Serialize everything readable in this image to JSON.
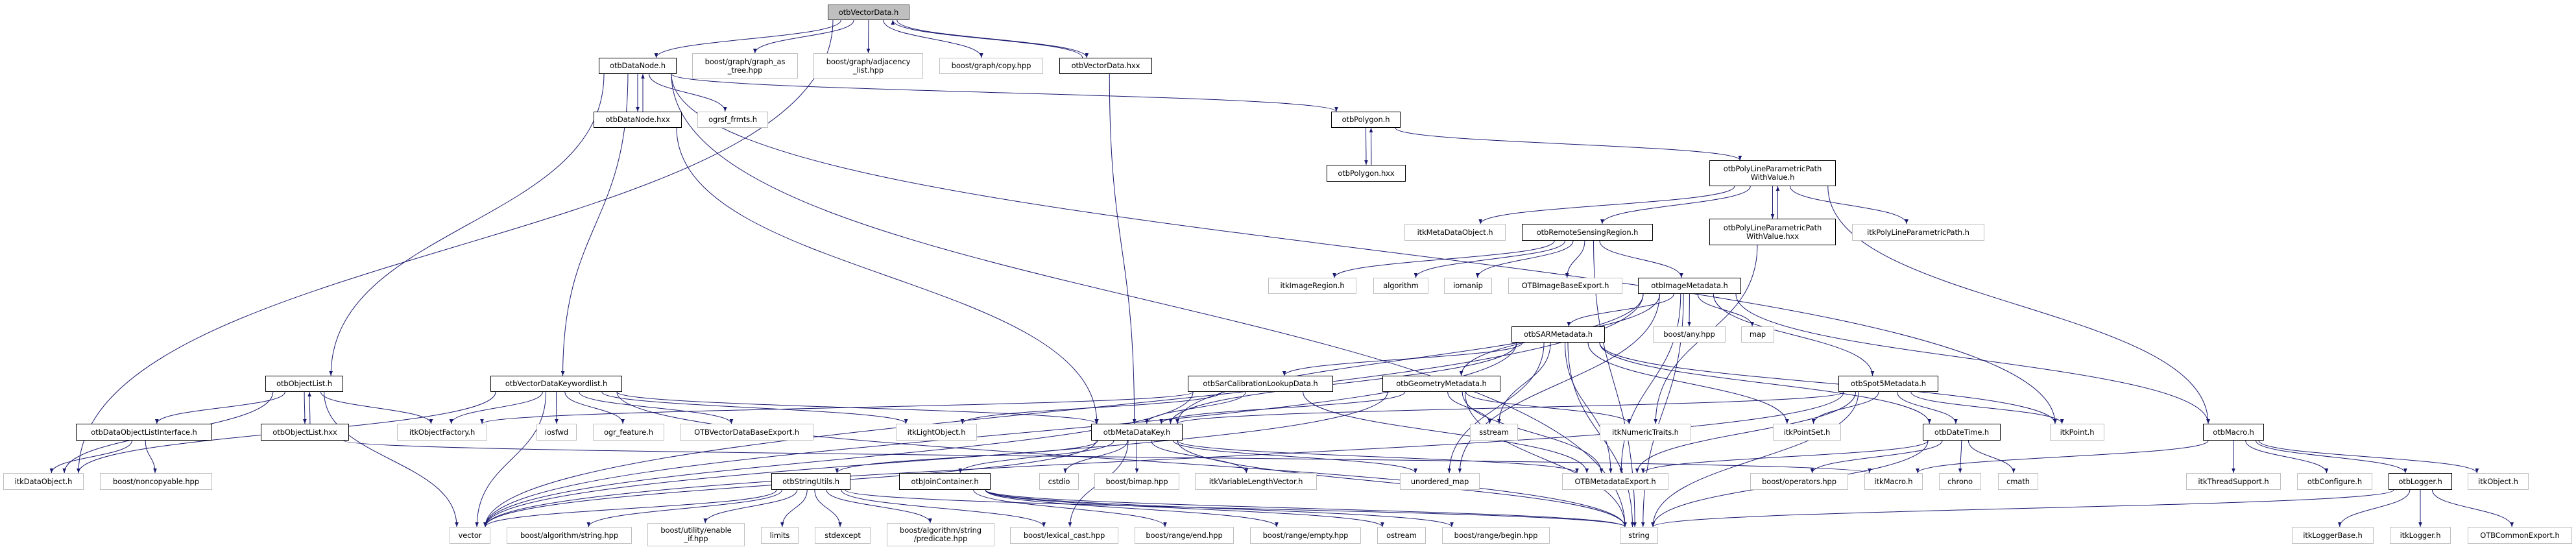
{
  "graph": {
    "root": "otbVectorData.h",
    "edge_color": "#191970",
    "nodes": [
      {
        "label": "otbVectorData.h",
        "kind": "root"
      },
      {
        "label": "otbDataNode.h",
        "kind": "documented"
      },
      {
        "label": "boost/graph/graph_as\n_tree.hpp",
        "kind": "external"
      },
      {
        "label": "boost/graph/adjacency\n_list.hpp",
        "kind": "external"
      },
      {
        "label": "boost/graph/copy.hpp",
        "kind": "external"
      },
      {
        "label": "otbVectorData.hxx",
        "kind": "documented"
      },
      {
        "label": "otbDataNode.hxx",
        "kind": "documented"
      },
      {
        "label": "ogrsf_frmts.h",
        "kind": "external"
      },
      {
        "label": "otbPolygon.h",
        "kind": "documented"
      },
      {
        "label": "otbPolygon.hxx",
        "kind": "documented"
      },
      {
        "label": "otbPolyLineParametricPath\nWithValue.h",
        "kind": "documented"
      },
      {
        "label": "itkMetaDataObject.h",
        "kind": "external"
      },
      {
        "label": "otbRemoteSensingRegion.h",
        "kind": "documented"
      },
      {
        "label": "otbPolyLineParametricPath\nWithValue.hxx",
        "kind": "documented"
      },
      {
        "label": "itkPolyLineParametricPath.h",
        "kind": "external"
      },
      {
        "label": "itkImageRegion.h",
        "kind": "external"
      },
      {
        "label": "algorithm",
        "kind": "external"
      },
      {
        "label": "iomanip",
        "kind": "external"
      },
      {
        "label": "OTBImageBaseExport.h",
        "kind": "external"
      },
      {
        "label": "otbImageMetadata.h",
        "kind": "documented"
      },
      {
        "label": "otbSARMetadata.h",
        "kind": "documented"
      },
      {
        "label": "boost/any.hpp",
        "kind": "external"
      },
      {
        "label": "map",
        "kind": "external"
      },
      {
        "label": "otbObjectList.h",
        "kind": "documented"
      },
      {
        "label": "otbVectorDataKeywordlist.h",
        "kind": "documented"
      },
      {
        "label": "otbSarCalibrationLookupData.h",
        "kind": "documented"
      },
      {
        "label": "otbGeometryMetadata.h",
        "kind": "documented"
      },
      {
        "label": "otbSpot5Metadata.h",
        "kind": "documented"
      },
      {
        "label": "otbDataObjectListInterface.h",
        "kind": "documented"
      },
      {
        "label": "otbObjectList.hxx",
        "kind": "documented"
      },
      {
        "label": "itkObjectFactory.h",
        "kind": "external"
      },
      {
        "label": "iosfwd",
        "kind": "external"
      },
      {
        "label": "ogr_feature.h",
        "kind": "external"
      },
      {
        "label": "OTBVectorDataBaseExport.h",
        "kind": "external"
      },
      {
        "label": "itkLightObject.h",
        "kind": "external"
      },
      {
        "label": "otbMetaDataKey.h",
        "kind": "documented"
      },
      {
        "label": "sstream",
        "kind": "external"
      },
      {
        "label": "itkNumericTraits.h",
        "kind": "external"
      },
      {
        "label": "itkPointSet.h",
        "kind": "external"
      },
      {
        "label": "otbDateTime.h",
        "kind": "documented"
      },
      {
        "label": "itkPoint.h",
        "kind": "external"
      },
      {
        "label": "otbMacro.h",
        "kind": "documented"
      },
      {
        "label": "itkDataObject.h",
        "kind": "external"
      },
      {
        "label": "boost/noncopyable.hpp",
        "kind": "external"
      },
      {
        "label": "otbStringUtils.h",
        "kind": "documented"
      },
      {
        "label": "otbJoinContainer.h",
        "kind": "documented"
      },
      {
        "label": "cstdio",
        "kind": "external"
      },
      {
        "label": "boost/bimap.hpp",
        "kind": "external"
      },
      {
        "label": "itkVariableLengthVector.h",
        "kind": "external"
      },
      {
        "label": "unordered_map",
        "kind": "external"
      },
      {
        "label": "OTBMetadataExport.h",
        "kind": "external"
      },
      {
        "label": "boost/operators.hpp",
        "kind": "external"
      },
      {
        "label": "itkMacro.h",
        "kind": "external"
      },
      {
        "label": "chrono",
        "kind": "external"
      },
      {
        "label": "cmath",
        "kind": "external"
      },
      {
        "label": "itkThreadSupport.h",
        "kind": "external"
      },
      {
        "label": "otbConfigure.h",
        "kind": "external"
      },
      {
        "label": "otbLogger.h",
        "kind": "documented"
      },
      {
        "label": "itkObject.h",
        "kind": "external"
      },
      {
        "label": "vector",
        "kind": "external"
      },
      {
        "label": "boost/algorithm/string.hpp",
        "kind": "external"
      },
      {
        "label": "boost/utility/enable\n_if.hpp",
        "kind": "external"
      },
      {
        "label": "limits",
        "kind": "external"
      },
      {
        "label": "stdexcept",
        "kind": "external"
      },
      {
        "label": "boost/algorithm/string\n/predicate.hpp",
        "kind": "external"
      },
      {
        "label": "boost/lexical_cast.hpp",
        "kind": "external"
      },
      {
        "label": "boost/range/end.hpp",
        "kind": "external"
      },
      {
        "label": "boost/range/empty.hpp",
        "kind": "external"
      },
      {
        "label": "ostream",
        "kind": "external"
      },
      {
        "label": "boost/range/begin.hpp",
        "kind": "external"
      },
      {
        "label": "string",
        "kind": "external"
      },
      {
        "label": "itkLoggerBase.h",
        "kind": "external"
      },
      {
        "label": "itkLogger.h",
        "kind": "external"
      },
      {
        "label": "OTBCommonExport.h",
        "kind": "external"
      }
    ],
    "edges": [
      [
        "otbVectorData.h",
        "itkDataObject.h"
      ],
      [
        "otbVectorData.h",
        "otbDataNode.h"
      ],
      [
        "otbVectorData.h",
        "boost/graph/graph_as\n_tree.hpp"
      ],
      [
        "otbVectorData.h",
        "boost/graph/adjacency\n_list.hpp"
      ],
      [
        "otbVectorData.h",
        "boost/graph/copy.hpp"
      ],
      [
        "otbVectorData.h",
        "otbVectorData.hxx"
      ],
      [
        "otbVectorData.hxx",
        "otbVectorData.h"
      ],
      [
        "otbVectorData.hxx",
        "otbMetaDataKey.h"
      ],
      [
        "otbDataNode.h",
        "otbObjectList.h"
      ],
      [
        "otbDataNode.h",
        "otbVectorDataKeywordlist.h"
      ],
      [
        "otbDataNode.h",
        "otbDataNode.hxx"
      ],
      [
        "otbDataNode.h",
        "ogrsf_frmts.h"
      ],
      [
        "otbDataNode.h",
        "otbPolygon.h"
      ],
      [
        "otbDataNode.h",
        "itkPoint.h"
      ],
      [
        "otbDataNode.h",
        "string"
      ],
      [
        "otbDataNode.hxx",
        "otbDataNode.h"
      ],
      [
        "otbDataNode.hxx",
        "otbMetaDataKey.h"
      ],
      [
        "otbPolygon.h",
        "otbPolygon.hxx"
      ],
      [
        "otbPolygon.h",
        "otbPolyLineParametricPath\nWithValue.h"
      ],
      [
        "otbPolygon.hxx",
        "otbPolygon.h"
      ],
      [
        "otbPolyLineParametricPath\nWithValue.h",
        "itkMetaDataObject.h"
      ],
      [
        "otbPolyLineParametricPath\nWithValue.h",
        "otbRemoteSensingRegion.h"
      ],
      [
        "otbPolyLineParametricPath\nWithValue.h",
        "otbPolyLineParametricPath\nWithValue.hxx"
      ],
      [
        "otbPolyLineParametricPath\nWithValue.h",
        "itkPolyLineParametricPath.h"
      ],
      [
        "otbPolyLineParametricPath\nWithValue.h",
        "otbMacro.h"
      ],
      [
        "otbPolyLineParametricPath\nWithValue.hxx",
        "otbPolyLineParametricPath\nWithValue.h"
      ],
      [
        "otbPolyLineParametricPath\nWithValue.hxx",
        "itkNumericTraits.h"
      ],
      [
        "otbRemoteSensingRegion.h",
        "itkImageRegion.h"
      ],
      [
        "otbRemoteSensingRegion.h",
        "algorithm"
      ],
      [
        "otbRemoteSensingRegion.h",
        "iomanip"
      ],
      [
        "otbRemoteSensingRegion.h",
        "OTBImageBaseExport.h"
      ],
      [
        "otbRemoteSensingRegion.h",
        "otbImageMetadata.h"
      ],
      [
        "otbRemoteSensingRegion.h",
        "string"
      ],
      [
        "otbImageMetadata.h",
        "otbSARMetadata.h"
      ],
      [
        "otbImageMetadata.h",
        "otbGeometryMetadata.h"
      ],
      [
        "otbImageMetadata.h",
        "boost/any.hpp"
      ],
      [
        "otbImageMetadata.h",
        "map"
      ],
      [
        "otbImageMetadata.h",
        "otbSpot5Metadata.h"
      ],
      [
        "otbImageMetadata.h",
        "otbMetaDataKey.h"
      ],
      [
        "otbImageMetadata.h",
        "vector"
      ],
      [
        "otbImageMetadata.h",
        "string"
      ],
      [
        "otbImageMetadata.h",
        "unordered_map"
      ],
      [
        "otbImageMetadata.h",
        "OTBMetadataExport.h"
      ],
      [
        "otbImageMetadata.h",
        "otbMacro.h"
      ],
      [
        "otbSARMetadata.h",
        "otbSarCalibrationLookupData.h"
      ],
      [
        "otbSARMetadata.h",
        "sstream"
      ],
      [
        "otbSARMetadata.h",
        "unordered_map"
      ],
      [
        "otbSARMetadata.h",
        "OTBMetadataExport.h"
      ],
      [
        "otbSARMetadata.h",
        "string"
      ],
      [
        "otbSARMetadata.h",
        "itkPointSet.h"
      ],
      [
        "otbSARMetadata.h",
        "itkPoint.h"
      ],
      [
        "otbSARMetadata.h",
        "otbDateTime.h"
      ],
      [
        "otbSARMetadata.h",
        "vector"
      ],
      [
        "otbSARMetadata.h",
        "otbMetaDataKey.h"
      ],
      [
        "otbGeometryMetadata.h",
        "sstream"
      ],
      [
        "otbGeometryMetadata.h",
        "string"
      ],
      [
        "otbGeometryMetadata.h",
        "OTBMetadataExport.h"
      ],
      [
        "otbGeometryMetadata.h",
        "vector"
      ],
      [
        "otbGeometryMetadata.h",
        "otbMetaDataKey.h"
      ],
      [
        "otbGeometryMetadata.h",
        "itkNumericTraits.h"
      ],
      [
        "otbSarCalibrationLookupData.h",
        "itkLightObject.h"
      ],
      [
        "otbSarCalibrationLookupData.h",
        "otbMetaDataKey.h"
      ],
      [
        "otbSarCalibrationLookupData.h",
        "OTBMetadataExport.h"
      ],
      [
        "otbSarCalibrationLookupData.h",
        "vector"
      ],
      [
        "otbSarCalibrationLookupData.h",
        "itkObjectFactory.h"
      ],
      [
        "otbSpot5Metadata.h",
        "itkPointSet.h"
      ],
      [
        "otbSpot5Metadata.h",
        "otbDateTime.h"
      ],
      [
        "otbSpot5Metadata.h",
        "otbMetaDataKey.h"
      ],
      [
        "otbSpot5Metadata.h",
        "OTBMetadataExport.h"
      ],
      [
        "otbSpot5Metadata.h",
        "string"
      ],
      [
        "otbSpot5Metadata.h",
        "vector"
      ],
      [
        "otbSpot5Metadata.h",
        "itkPoint.h"
      ],
      [
        "otbDateTime.h",
        "chrono"
      ],
      [
        "otbDateTime.h",
        "cmath"
      ],
      [
        "otbDateTime.h",
        "boost/operators.hpp"
      ],
      [
        "otbDateTime.h",
        "OTBMetadataExport.h"
      ],
      [
        "otbDateTime.h",
        "string"
      ],
      [
        "otbMetaDataKey.h",
        "otbStringUtils.h"
      ],
      [
        "otbMetaDataKey.h",
        "otbJoinContainer.h"
      ],
      [
        "otbMetaDataKey.h",
        "cstdio"
      ],
      [
        "otbMetaDataKey.h",
        "boost/bimap.hpp"
      ],
      [
        "otbMetaDataKey.h",
        "itkVariableLengthVector.h"
      ],
      [
        "otbMetaDataKey.h",
        "vector"
      ],
      [
        "otbMetaDataKey.h",
        "string"
      ],
      [
        "otbMetaDataKey.h",
        "unordered_map"
      ],
      [
        "otbMetaDataKey.h",
        "OTBMetadataExport.h"
      ],
      [
        "otbMetaDataKey.h",
        "boost/lexical_cast.hpp"
      ],
      [
        "otbStringUtils.h",
        "vector"
      ],
      [
        "otbStringUtils.h",
        "boost/algorithm/string.hpp"
      ],
      [
        "otbStringUtils.h",
        "boost/utility/enable\n_if.hpp"
      ],
      [
        "otbStringUtils.h",
        "limits"
      ],
      [
        "otbStringUtils.h",
        "stdexcept"
      ],
      [
        "otbStringUtils.h",
        "boost/algorithm/string\n/predicate.hpp"
      ],
      [
        "otbStringUtils.h",
        "boost/lexical_cast.hpp"
      ],
      [
        "otbStringUtils.h",
        "string"
      ],
      [
        "otbJoinContainer.h",
        "boost/range/end.hpp"
      ],
      [
        "otbJoinContainer.h",
        "boost/range/empty.hpp"
      ],
      [
        "otbJoinContainer.h",
        "boost/range/begin.hpp"
      ],
      [
        "otbJoinContainer.h",
        "ostream"
      ],
      [
        "otbJoinContainer.h",
        "string"
      ],
      [
        "otbMacro.h",
        "itkMacro.h"
      ],
      [
        "otbMacro.h",
        "itkThreadSupport.h"
      ],
      [
        "otbMacro.h",
        "otbConfigure.h"
      ],
      [
        "otbMacro.h",
        "otbLogger.h"
      ],
      [
        "otbMacro.h",
        "itkObject.h"
      ],
      [
        "otbLogger.h",
        "itkLoggerBase.h"
      ],
      [
        "otbLogger.h",
        "itkLogger.h"
      ],
      [
        "otbLogger.h",
        "OTBCommonExport.h"
      ],
      [
        "otbLogger.h",
        "string"
      ],
      [
        "otbObjectList.h",
        "itkDataObject.h"
      ],
      [
        "otbObjectList.h",
        "otbDataObjectListInterface.h"
      ],
      [
        "otbObjectList.h",
        "otbObjectList.hxx"
      ],
      [
        "otbObjectList.h",
        "itkObjectFactory.h"
      ],
      [
        "otbObjectList.h",
        "vector"
      ],
      [
        "otbObjectList.hxx",
        "otbObjectList.h"
      ],
      [
        "otbObjectList.hxx",
        "itkMacro.h"
      ],
      [
        "otbDataObjectListInterface.h",
        "itkDataObject.h"
      ],
      [
        "otbDataObjectListInterface.h",
        "boost/noncopyable.hpp"
      ],
      [
        "otbVectorDataKeywordlist.h",
        "itkObjectFactory.h"
      ],
      [
        "otbVectorDataKeywordlist.h",
        "iosfwd"
      ],
      [
        "otbVectorDataKeywordlist.h",
        "ogr_feature.h"
      ],
      [
        "otbVectorDataKeywordlist.h",
        "OTBVectorDataBaseExport.h"
      ],
      [
        "otbVectorDataKeywordlist.h",
        "vector"
      ],
      [
        "otbVectorDataKeywordlist.h",
        "itkLightObject.h"
      ],
      [
        "otbVectorDataKeywordlist.h",
        "otbMetaDataKey.h"
      ],
      [
        "otbVectorDataKeywordlist.h",
        "itkDataObject.h"
      ],
      [
        "otbVectorDataKeywordlist.h",
        "string"
      ]
    ]
  }
}
